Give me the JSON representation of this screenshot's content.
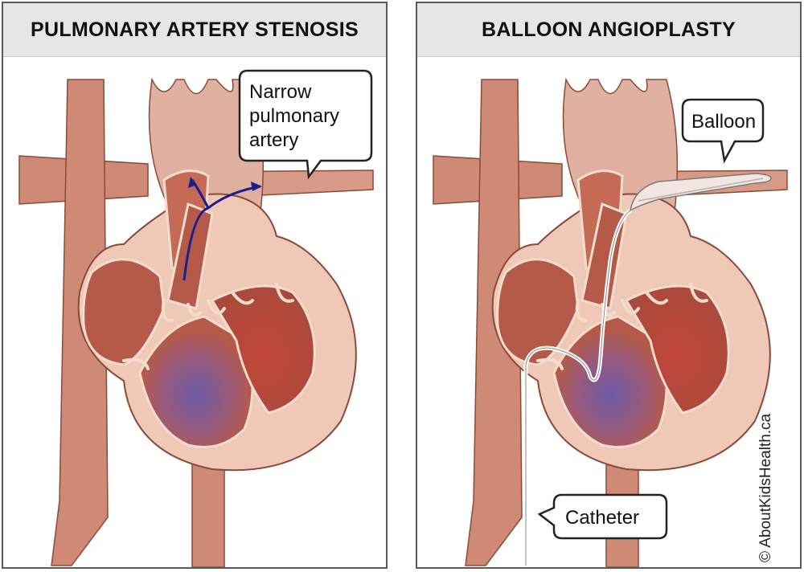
{
  "panels": [
    {
      "title": "PULMONARY ARTERY STENOSIS",
      "callout": {
        "lines": [
          "Narrow",
          "pulmonary",
          "artery"
        ]
      }
    },
    {
      "title": "BALLOON ANGIOPLASTY",
      "callouts": {
        "balloon": "Balloon",
        "catheter": "Catheter"
      }
    }
  ],
  "copyright": "© AboutKidsHealth.ca",
  "colors": {
    "vessel": "#cf8a75",
    "vessel_light": "#efc8b8",
    "chamber": "#b55a48",
    "chamber_dark": "#9b3f33",
    "blood_blue": "#6c5aa6",
    "arrow": "#1a1f8c",
    "outline": "#7a3a2a"
  }
}
